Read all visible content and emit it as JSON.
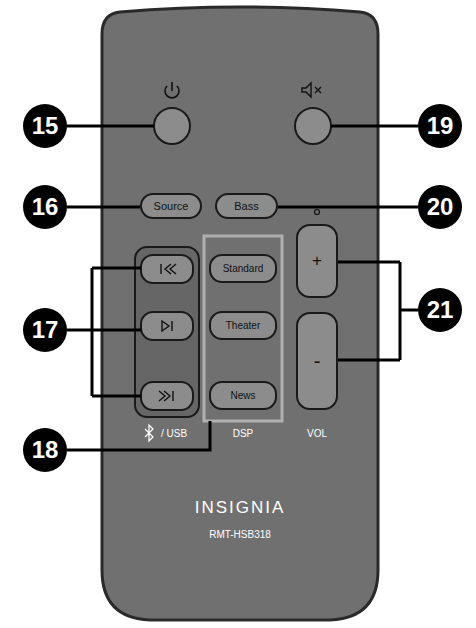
{
  "diagram": {
    "nodes": [
      {
        "text": [
          "Source"
        ]
      },
      {
        "text": [
          "Bass"
        ]
      },
      {
        "text": [
          "+"
        ]
      },
      {
        "text": [
          "Standard"
        ]
      },
      {
        "text": [
          "Theater"
        ]
      },
      {
        "text": [
          "-"
        ]
      },
      {
        "text": [
          "News"
        ]
      }
    ],
    "edges": [],
    "labels": [
      "15",
      "19",
      "16",
      "20",
      "17",
      "21",
      "18",
      "/ USB",
      "DSP",
      "VOL",
      "INSIGNIA",
      "RMT-HSB318"
    ]
  }
}
